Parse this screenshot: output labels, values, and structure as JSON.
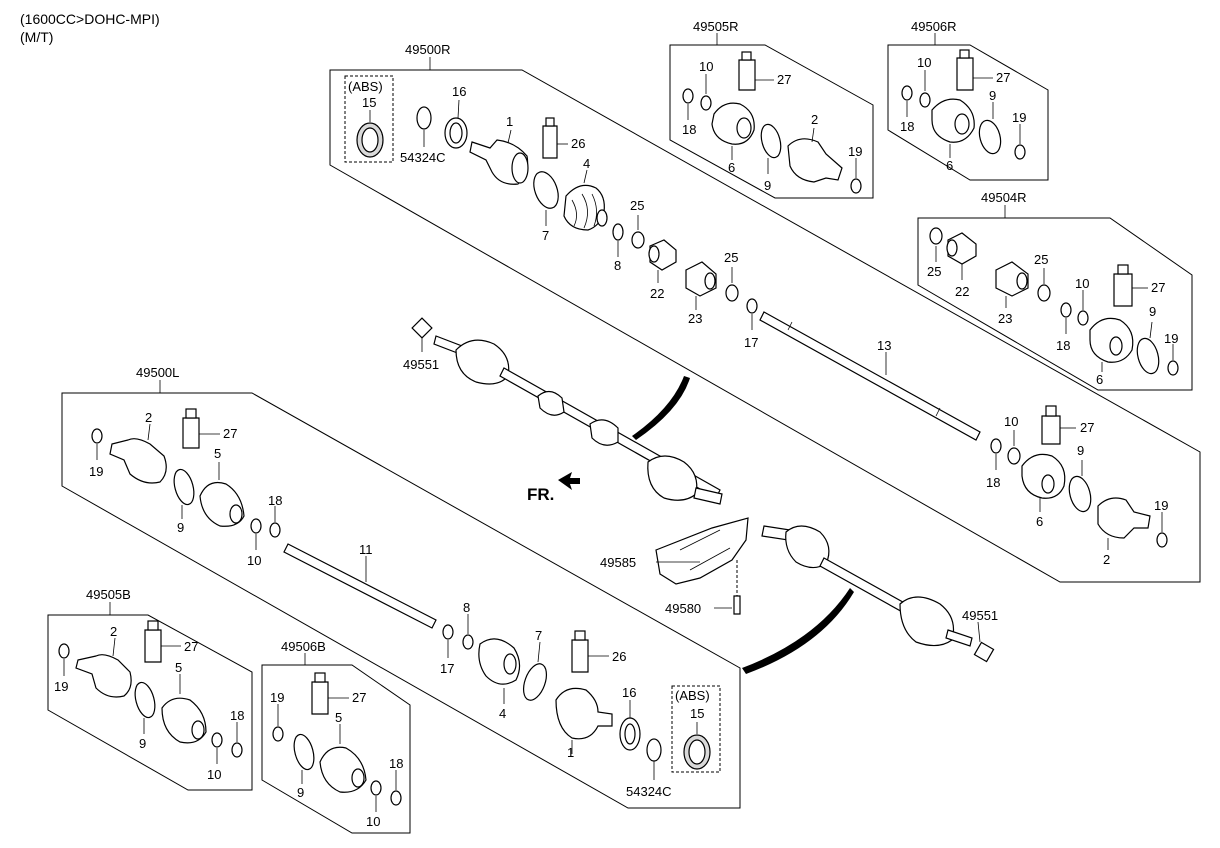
{
  "header": {
    "engine": "(1600CC>DOHC-MPI)",
    "transmission": "(M/T)"
  },
  "fr_label": "FR.",
  "groups": {
    "g49500R": "49500R",
    "g49505R": "49505R",
    "g49506R": "49506R",
    "g49504R": "49504R",
    "g49500L": "49500L",
    "g49505B": "49505B",
    "g49506B": "49506B"
  },
  "abs": {
    "label": "(ABS)"
  },
  "parts": {
    "p1": "1",
    "p2": "2",
    "p4": "4",
    "p5": "5",
    "p6": "6",
    "p7": "7",
    "p8": "8",
    "p9": "9",
    "p10": "10",
    "p11": "11",
    "p13": "13",
    "p15": "15",
    "p16": "16",
    "p17": "17",
    "p18": "18",
    "p19": "19",
    "p22": "22",
    "p23": "23",
    "p25": "25",
    "p26": "26",
    "p27": "27",
    "p54324C": "54324C",
    "p49551": "49551",
    "p49585": "49585",
    "p49580": "49580"
  }
}
